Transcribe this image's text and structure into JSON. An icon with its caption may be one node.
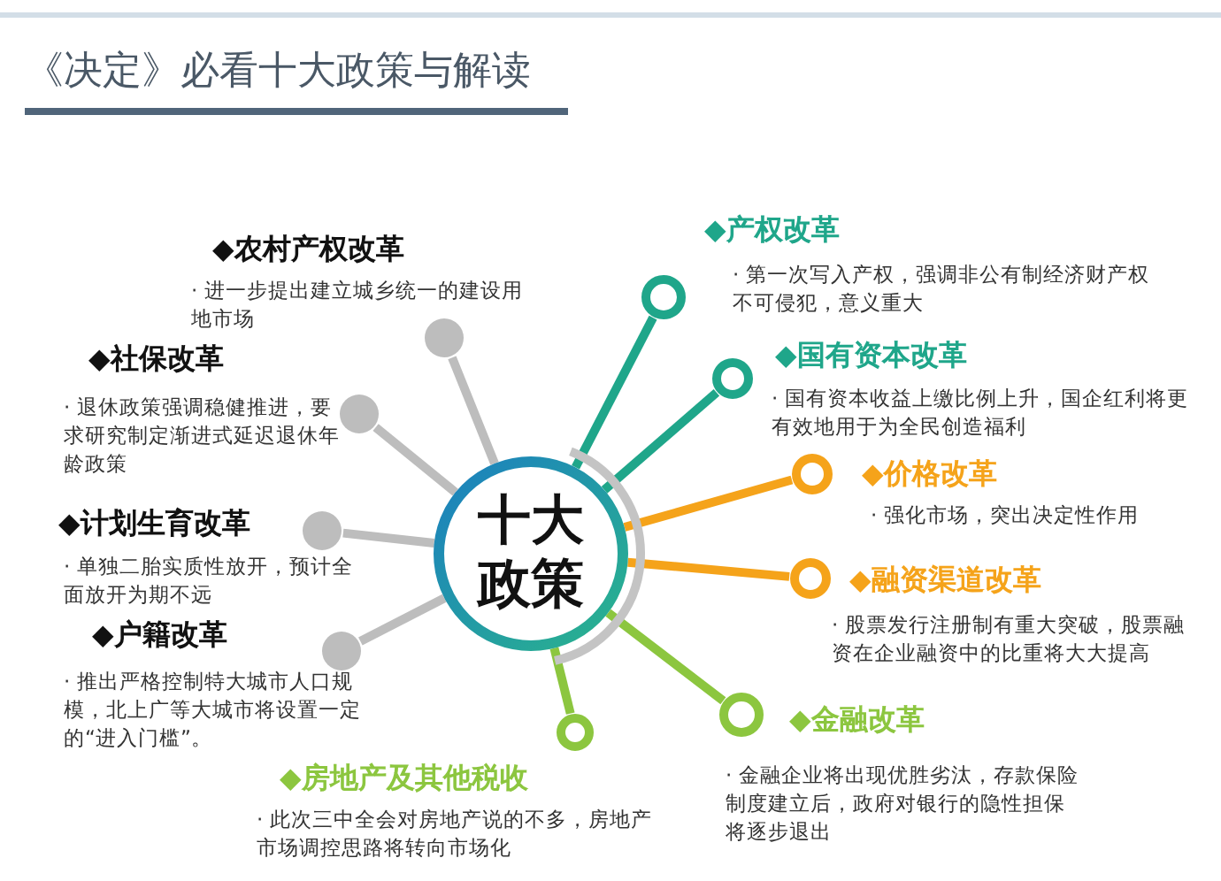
{
  "diagram": {
    "title": "《决定》必看十大政策与解读",
    "nodes": [
      {
        "text": [
          "十大政策"
        ]
      },
      {
        "text": [],
        "shape": "circle",
        "beside": [
          "◆农村产权改革",
          "· 进一步提出建立城乡统一的建设用地市场"
        ]
      },
      {
        "text": [],
        "shape": "circle",
        "beside": [
          "◆社保改革",
          "· 退休政策强调稳健推进，要求研究制定渐进式延迟退休年龄政策"
        ]
      },
      {
        "text": [],
        "shape": "circle",
        "beside": [
          "◆计划生育改革",
          "· 单独二胎实质性放开，预计全面放开为期不远"
        ]
      },
      {
        "text": [],
        "shape": "circle",
        "beside": [
          "◆户籍改革",
          "· 推出严格控制特大城市人口规模，北上广等大城市将设置一定的“进入门槛”。"
        ]
      },
      {
        "text": [],
        "shape": "circle",
        "beside": [
          "◆房地产及其他税收",
          "· 此次三中全会对房地产说的不多，房地产市场调控思路将转向市场化"
        ]
      },
      {
        "text": [],
        "shape": "circle",
        "beside": [
          "◆产权改革",
          "· 第一次写入产权，强调非公有制经济财产权不可侵犯，意义重大"
        ]
      },
      {
        "text": [],
        "shape": "circle",
        "beside": [
          "◆国有资本改革",
          "· 国有资本收益上缴比例上升，国企红利将更有效地用于为全民创造福利"
        ]
      },
      {
        "text": [],
        "shape": "circle",
        "beside": [
          "◆价格改革",
          "· 强化市场，突出决定性作用"
        ]
      },
      {
        "text": [],
        "shape": "circle",
        "beside": [
          "◆融资渠道改革",
          "· 股票发行注册制有重大突破，股票融资在企业融资中的比重将大大提高"
        ]
      },
      {
        "text": [],
        "shape": "circle",
        "beside": [
          "◆金融改革",
          "· 金融企业将出现优胜劣汰，存款保险制度建立后，政府对银行的隐性担保将逐步退出"
        ]
      }
    ],
    "edges": [
      {
        "from": 0,
        "to": 1,
        "arrow": "none"
      },
      {
        "from": 0,
        "to": 2,
        "arrow": "none"
      },
      {
        "from": 0,
        "to": 3,
        "arrow": "none"
      },
      {
        "from": 0,
        "to": 4,
        "arrow": "none"
      },
      {
        "from": 0,
        "to": 5,
        "arrow": "none",
        "color": "#8cc63f"
      },
      {
        "from": 0,
        "to": 6,
        "arrow": "none",
        "color": "#1fa68a"
      },
      {
        "from": 0,
        "to": 7,
        "arrow": "none",
        "color": "#1fa68a"
      },
      {
        "from": 0,
        "to": 8,
        "arrow": "none",
        "color": "#f5a31a"
      },
      {
        "from": 0,
        "to": 9,
        "arrow": "none",
        "color": "#f5a31a"
      },
      {
        "from": 0,
        "to": 10,
        "arrow": "none",
        "color": "#8cc63f"
      }
    ]
  }
}
